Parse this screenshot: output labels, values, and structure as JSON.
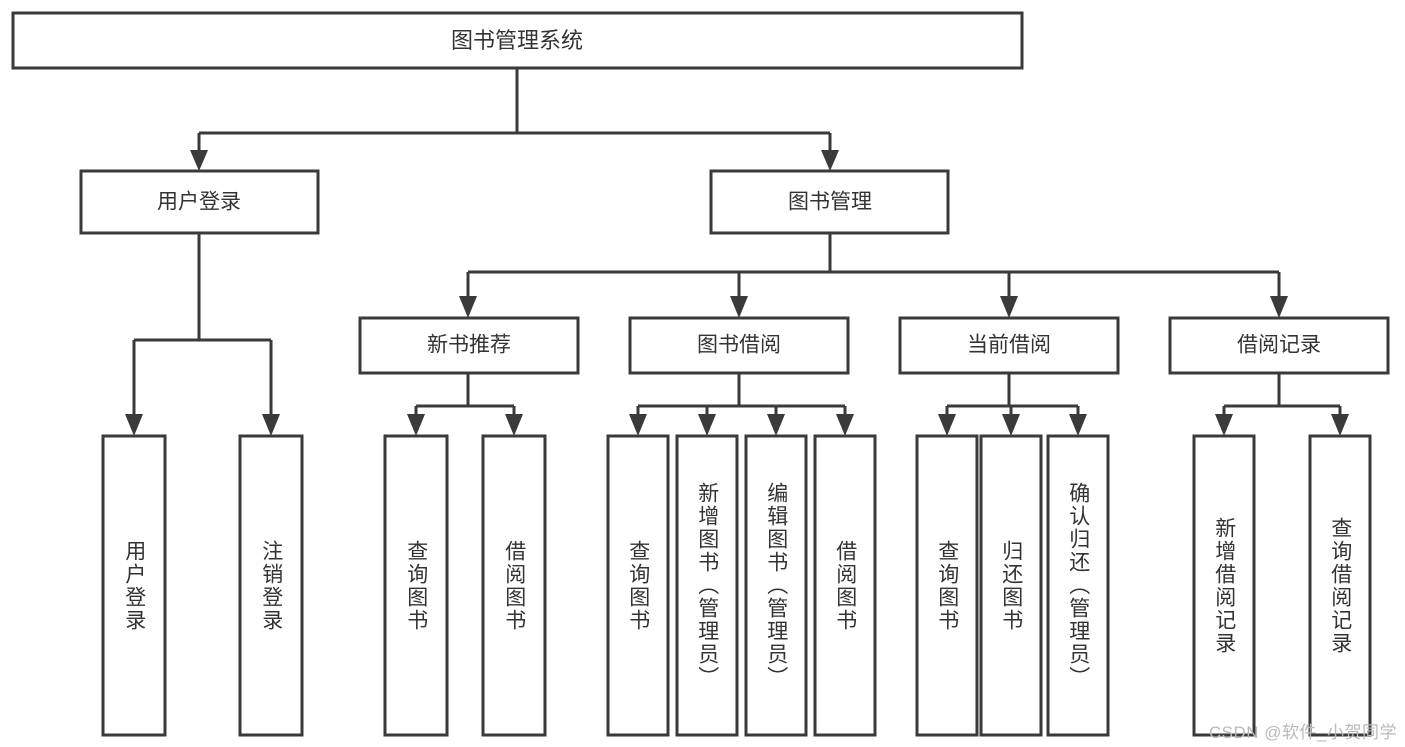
{
  "diagram": {
    "type": "tree",
    "orientation": "top-down",
    "title": "图书管理系统",
    "colors": {
      "stroke": "#3a3a3a",
      "box_fill": "#ffffff",
      "text": "#333333",
      "background": "#ffffff",
      "watermark": "#b9b9b9"
    },
    "root": {
      "label": "图书管理系统"
    },
    "level2": [
      {
        "id": "user-login",
        "label": "用户登录"
      },
      {
        "id": "book-management",
        "label": "图书管理"
      }
    ],
    "level3": [
      {
        "id": "new-book-recommend",
        "label": "新书推荐",
        "parent": "book-management"
      },
      {
        "id": "book-borrow",
        "label": "图书借阅",
        "parent": "book-management"
      },
      {
        "id": "current-borrow",
        "label": "当前借阅",
        "parent": "book-management"
      },
      {
        "id": "borrow-record",
        "label": "借阅记录",
        "parent": "book-management"
      }
    ],
    "leaves": {
      "user-login": [
        {
          "id": "leaf-user-login",
          "label": "用户登录"
        },
        {
          "id": "leaf-user-logout",
          "label": "注销登录"
        }
      ],
      "new-book-recommend": [
        {
          "id": "leaf-query-book-1",
          "label": "查询图书"
        },
        {
          "id": "leaf-borrow-book-1",
          "label": "借阅图书"
        }
      ],
      "book-borrow": [
        {
          "id": "leaf-query-book-2",
          "label": "查询图书"
        },
        {
          "id": "leaf-add-book",
          "label": "新增图书（管理员）"
        },
        {
          "id": "leaf-edit-book",
          "label": "编辑图书（管理员）"
        },
        {
          "id": "leaf-borrow-book-2",
          "label": "借阅图书"
        }
      ],
      "current-borrow": [
        {
          "id": "leaf-query-book-3",
          "label": "查询图书"
        },
        {
          "id": "leaf-return-book",
          "label": "归还图书"
        },
        {
          "id": "leaf-confirm-return",
          "label": "确认归还（管理员）"
        }
      ],
      "borrow-record": [
        {
          "id": "leaf-add-record",
          "label": "新增借阅记录"
        },
        {
          "id": "leaf-query-record",
          "label": "查询借阅记录"
        }
      ]
    }
  },
  "watermark": {
    "text": "CSDN @软件_小贺同学"
  }
}
